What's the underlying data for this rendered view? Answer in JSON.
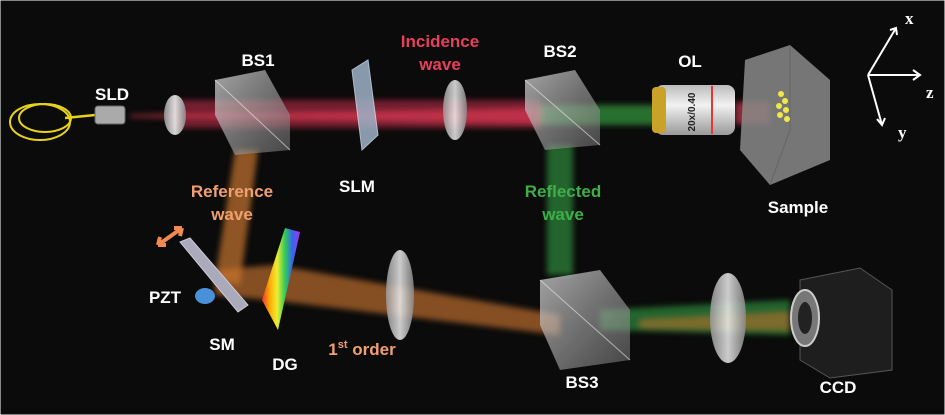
{
  "labels": {
    "sld": "SLD",
    "bs1": "BS1",
    "incidence_1": "Incidence",
    "incidence_2": "wave",
    "bs2": "BS2",
    "ol": "OL",
    "ol_spec": "20x/0.40",
    "sample": "Sample",
    "slm": "SLM",
    "reference_1": "Reference",
    "reference_2": "wave",
    "reflected_1": "Reflected",
    "reflected_2": "wave",
    "pzt": "PZT",
    "sm": "SM",
    "dg": "DG",
    "first_order": "1",
    "first_order_sup": "st",
    "first_order_rest": " order",
    "bs3": "BS3",
    "ccd": "CCD"
  },
  "axes": {
    "x": "x",
    "y": "y",
    "z": "z"
  },
  "colors": {
    "background": "#0b0b0b",
    "incidence": "#e8405a",
    "reference": "#f0a070",
    "reflected": "#3fae49",
    "label": "#ffffff"
  }
}
